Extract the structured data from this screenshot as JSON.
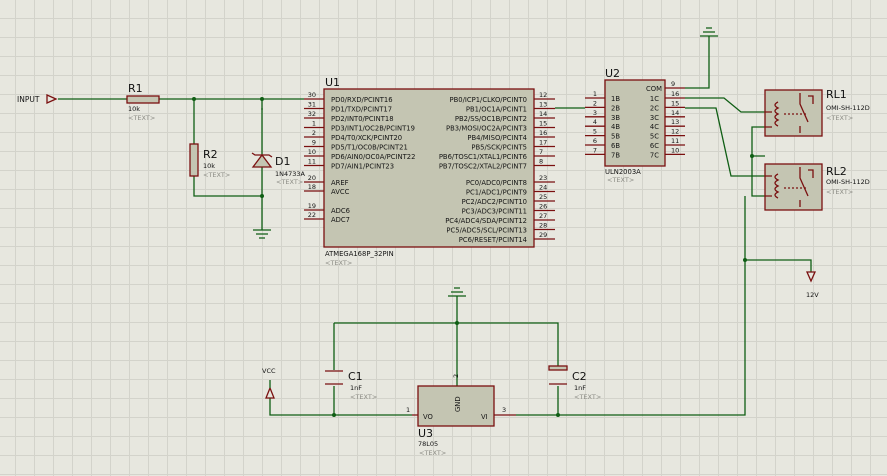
{
  "placeholder": "<TEXT>",
  "input_label": "INPUT",
  "vcc_label": "VCC",
  "v12_label": "12V",
  "r1": {
    "ref": "R1",
    "value": "10k"
  },
  "r2": {
    "ref": "R2",
    "value": "10k"
  },
  "d1": {
    "ref": "D1",
    "value": "1N4733A"
  },
  "c1": {
    "ref": "C1",
    "value": "1nF"
  },
  "c2": {
    "ref": "C2",
    "value": "1nF"
  },
  "u3": {
    "ref": "U3",
    "value": "78L05",
    "vo": "VO",
    "vi": "VI",
    "gnd": "GND",
    "pin_vo": "1",
    "pin_gnd": "2",
    "pin_vi": "3"
  },
  "rl1": {
    "ref": "RL1",
    "value": "OMI-SH-112D"
  },
  "rl2": {
    "ref": "RL2",
    "value": "OMI-SH-112D"
  },
  "u1": {
    "ref": "U1",
    "value": "ATMEGA168P_32PIN",
    "left_pins": [
      {
        "num": "30",
        "name": "PD0/RXD/PCINT16"
      },
      {
        "num": "31",
        "name": "PD1/TXD/PCINT17"
      },
      {
        "num": "32",
        "name": "PD2/INT0/PCINT18"
      },
      {
        "num": "1",
        "name": "PD3/INT1/OC2B/PCINT19"
      },
      {
        "num": "2",
        "name": "PD4/T0/XCK/PCINT20"
      },
      {
        "num": "9",
        "name": "PD5/T1/OC0B/PCINT21"
      },
      {
        "num": "10",
        "name": "PD6/AIN0/OC0A/PCINT22"
      },
      {
        "num": "11",
        "name": "PD7/AIN1/PCINT23"
      },
      {
        "num": "20",
        "name": "AREF"
      },
      {
        "num": "18",
        "name": "AVCC"
      },
      {
        "num": "19",
        "name": "ADC6"
      },
      {
        "num": "22",
        "name": "ADC7"
      }
    ],
    "right_pins": [
      {
        "num": "12",
        "name": "PB0/ICP1/CLKO/PCINT0"
      },
      {
        "num": "13",
        "name": "PB1/OC1A/PCINT1"
      },
      {
        "num": "14",
        "name": "PB2/SS/OC1B/PCINT2"
      },
      {
        "num": "15",
        "name": "PB3/MOSI/OC2A/PCINT3"
      },
      {
        "num": "16",
        "name": "PB4/MISO/PCINT4"
      },
      {
        "num": "17",
        "name": "PB5/SCK/PCINT5"
      },
      {
        "num": "7",
        "name": "PB6/TOSC1/XTAL1/PCINT6"
      },
      {
        "num": "8",
        "name": "PB7/TOSC2/XTAL2/PCINT7"
      },
      {
        "num": "23",
        "name": "PC0/ADC0/PCINT8"
      },
      {
        "num": "24",
        "name": "PC1/ADC1/PCINT9"
      },
      {
        "num": "25",
        "name": "PC2/ADC2/PCINT10"
      },
      {
        "num": "26",
        "name": "PC3/ADC3/PCINT11"
      },
      {
        "num": "27",
        "name": "PC4/ADC4/SDA/PCINT12"
      },
      {
        "num": "28",
        "name": "PC5/ADC5/SCL/PCINT13"
      },
      {
        "num": "29",
        "name": "PC6/RESET/PCINT14"
      }
    ]
  },
  "u2": {
    "ref": "U2",
    "value": "ULN2003A",
    "com": {
      "num": "9",
      "name": "COM"
    },
    "inputs": [
      {
        "num": "1",
        "name": "1B"
      },
      {
        "num": "2",
        "name": "2B"
      },
      {
        "num": "3",
        "name": "3B"
      },
      {
        "num": "4",
        "name": "4B"
      },
      {
        "num": "5",
        "name": "5B"
      },
      {
        "num": "6",
        "name": "6B"
      },
      {
        "num": "7",
        "name": "7B"
      }
    ],
    "outputs": [
      {
        "num": "16",
        "name": "1C"
      },
      {
        "num": "15",
        "name": "2C"
      },
      {
        "num": "14",
        "name": "3C"
      },
      {
        "num": "13",
        "name": "4C"
      },
      {
        "num": "12",
        "name": "5C"
      },
      {
        "num": "11",
        "name": "6C"
      },
      {
        "num": "10",
        "name": "7C"
      }
    ]
  }
}
